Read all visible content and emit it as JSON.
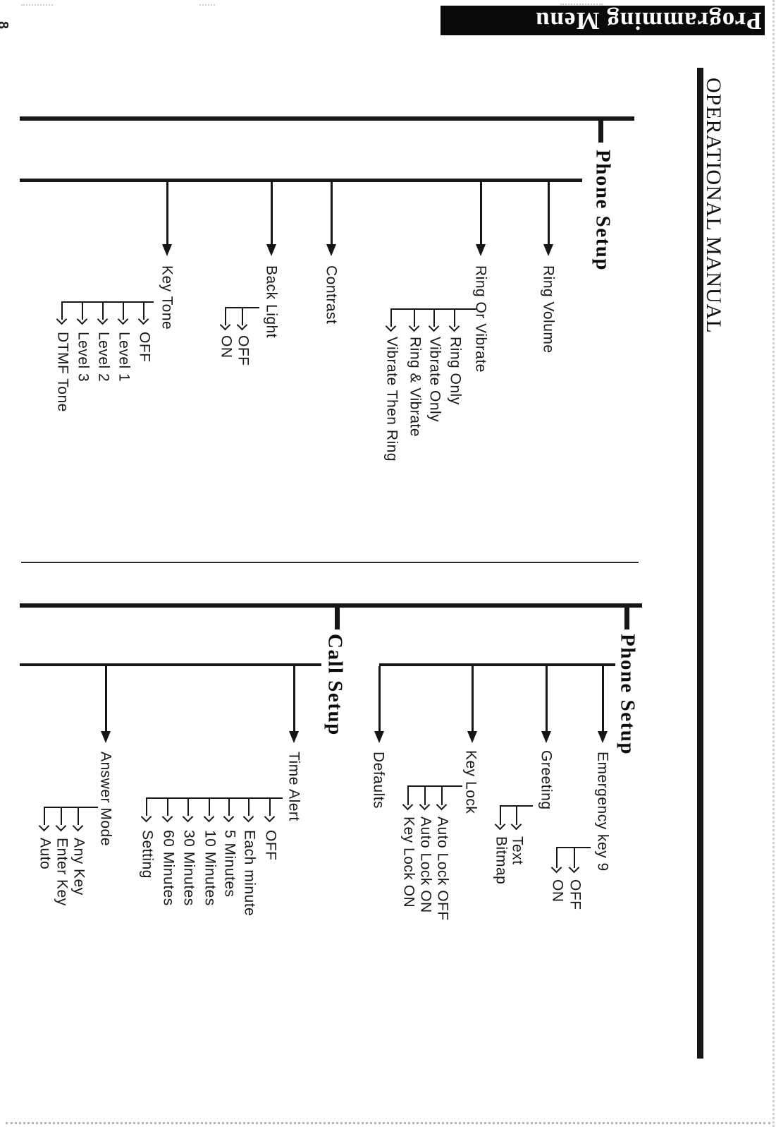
{
  "page": {
    "page_number": "8",
    "banner_label": "Programming Menu",
    "section_title": "OPERATIONAL MANUAL"
  },
  "colors": {
    "ink": "#161616",
    "paper": "#ffffff",
    "banner_bg": "#0a0a0a",
    "banner_text": "#ffffff"
  },
  "trees": [
    {
      "title": "Phone Setup",
      "branches": [
        {
          "label": "Ring Volume",
          "children": []
        },
        {
          "label": "Ring Or Vibrate",
          "children": [
            "Ring Only",
            "Vibrate Only",
            "Ring & Vibrate",
            "Vibrate Then Ring"
          ]
        },
        {
          "label": "Contrast",
          "children": []
        },
        {
          "label": "Back Light",
          "children": [
            "OFF",
            "ON"
          ]
        },
        {
          "label": "Key Tone",
          "children": [
            "OFF",
            "Level 1",
            "Level 2",
            "Level 3",
            "DTMF Tone"
          ]
        }
      ]
    },
    {
      "title": "Phone Setup",
      "branches": [
        {
          "label": "Emergency key 9",
          "children": [
            "OFF",
            "ON"
          ]
        },
        {
          "label": "Greeting",
          "children": [
            "Text",
            "Bitmap"
          ]
        },
        {
          "label": "Key Lock",
          "children": [
            "Auto Lock OFF",
            "Auto Lock ON",
            "Key Lock ON"
          ]
        },
        {
          "label": "Defaults",
          "children": []
        }
      ]
    },
    {
      "title": "Call Setup",
      "branches": [
        {
          "label": "Time Alert",
          "children": [
            "OFF",
            "Each minute",
            "5 Minutes",
            "10 Minutes",
            "30 Minutes",
            "60 Minutes",
            "Setting"
          ]
        },
        {
          "label": "Answer Mode",
          "children": [
            "Any Key",
            "Enter Key",
            "Auto"
          ]
        }
      ]
    }
  ]
}
